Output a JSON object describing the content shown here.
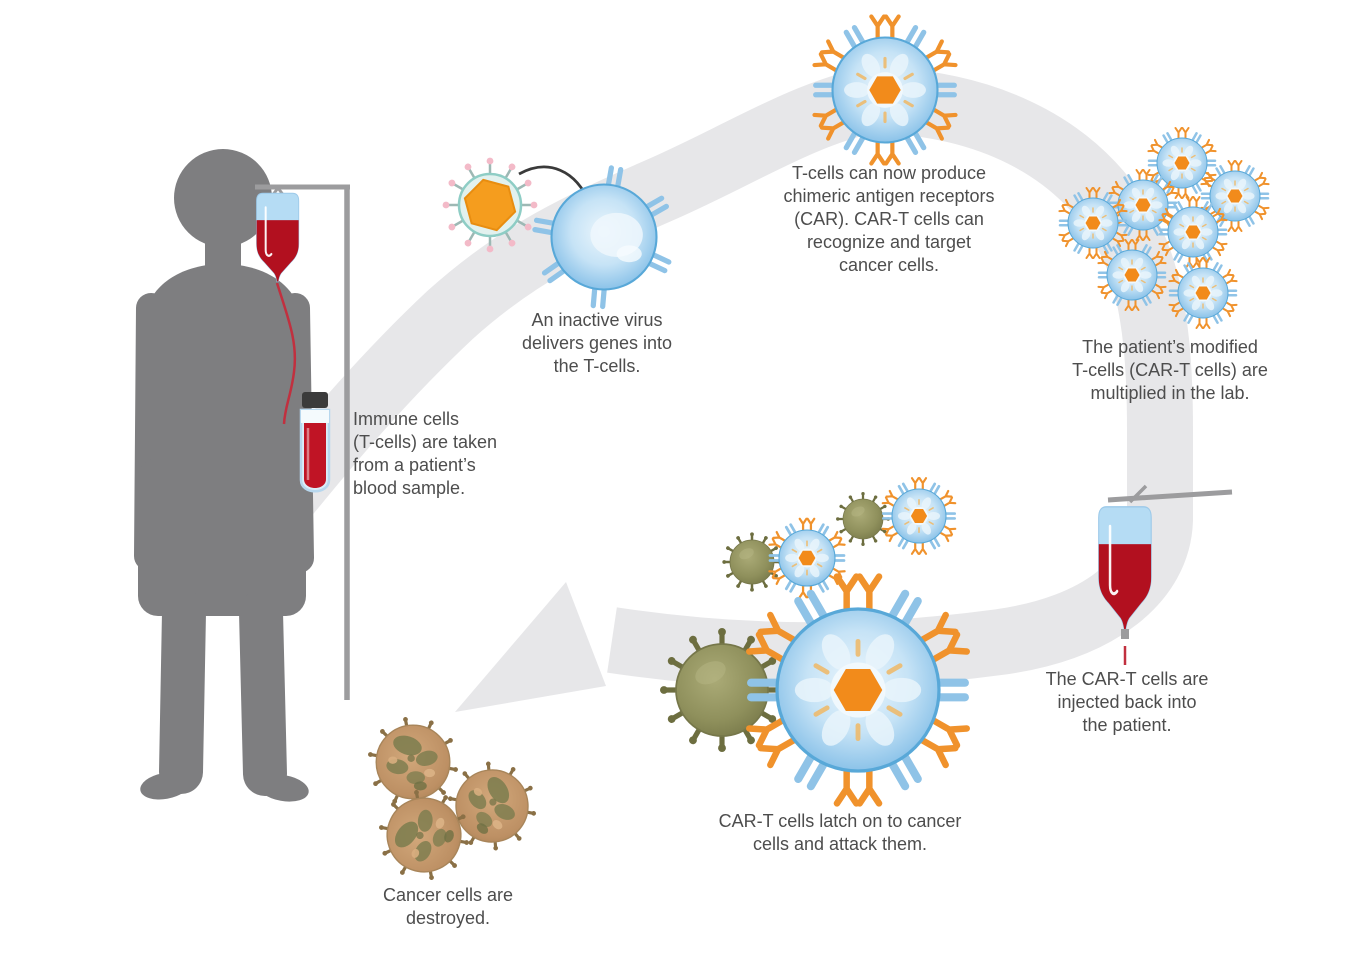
{
  "diagram": {
    "topic": "CAR-T cell therapy process",
    "captions": {
      "immune": "Immune cells\n(T-cells) are taken\nfrom a patient’s\nblood sample.",
      "virus": "An inactive virus\ndelivers genes into\nthe T-cells.",
      "car": "T-cells can now produce\nchimeric antigen receptors\n(CAR). CAR-T cells can\nrecognize and target\ncancer cells.",
      "multiplied": "The patient’s modified\nT-cells (CAR-T cells) are\nmultiplied in the lab.",
      "injected": "The CAR-T cells are\ninjected back into\nthe patient.",
      "latch": "CAR-T cells latch on to cancer\ncells and attack them.",
      "destroyed": "Cancer cells are\ndestroyed."
    },
    "colors": {
      "flow_arrow": "#e7e7e9",
      "person": "#7e7e80",
      "text": "#4d4d4d",
      "blood": "#b2101f",
      "bag_plastic": "#b5dcf4",
      "t_cell_blue": "#5fabdc",
      "receptor_blue": "#8fc3e7",
      "car_receptor_orange": "#f0922c",
      "nucleus_orange": "#f28b1b",
      "virus_core_orange": "#f59d1e",
      "virus_tip_pink": "#f3bac8",
      "cancer_cell_olive": "#8f905c",
      "destroyed_cell_tan": "#bd9064"
    },
    "figures": [
      {
        "name": "process-flow-arrow"
      },
      {
        "name": "patient-silhouette"
      },
      {
        "name": "iv-stand"
      },
      {
        "name": "blood-collection-bag"
      },
      {
        "name": "blood-sample-tube"
      },
      {
        "name": "inactive-virus"
      },
      {
        "name": "gene-transfer-arrow"
      },
      {
        "name": "t-cell"
      },
      {
        "name": "car-t-cell"
      },
      {
        "name": "car-t-cell-cluster"
      },
      {
        "name": "infusion-bag"
      },
      {
        "name": "car-t-attacking-cancer-cell"
      },
      {
        "name": "destroyed-cancer-cells"
      }
    ]
  }
}
